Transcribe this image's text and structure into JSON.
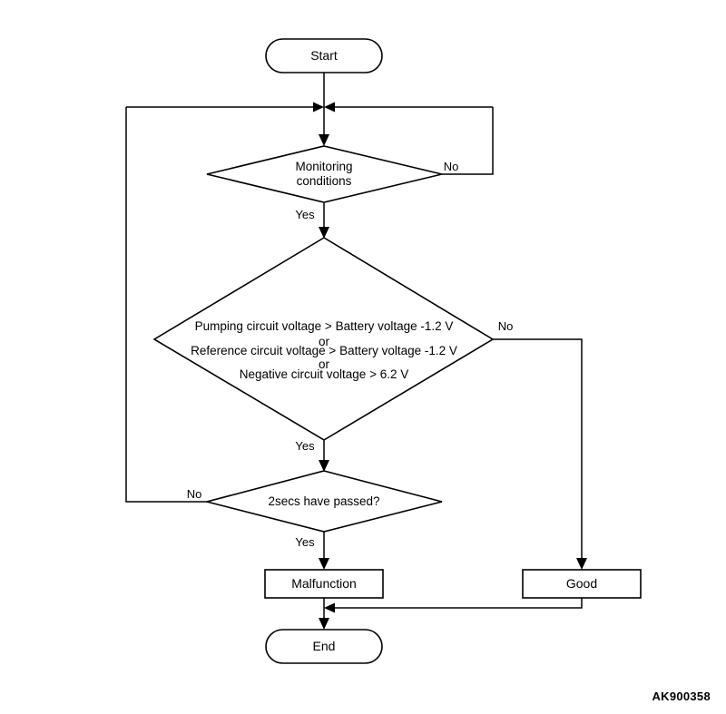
{
  "diagram": {
    "type": "flowchart",
    "reference_code": "AK900358",
    "nodes": {
      "start": {
        "label": "Start",
        "shape": "terminator"
      },
      "monitoring": {
        "label_line1": "Monitoring",
        "label_line2": "conditions",
        "shape": "decision"
      },
      "voltage_check": {
        "shape": "decision",
        "lines": [
          "Pumping circuit voltage > Battery voltage -1.2 V",
          "or",
          "Reference circuit voltage > Battery voltage -1.2 V",
          "or",
          "Negative circuit voltage > 6.2 V"
        ]
      },
      "timer": {
        "label": "2secs have passed?",
        "shape": "decision"
      },
      "malfunction": {
        "label": "Malfunction",
        "shape": "process"
      },
      "good": {
        "label": "Good",
        "shape": "process"
      },
      "end": {
        "label": "End",
        "shape": "terminator"
      }
    },
    "edge_labels": {
      "monitoring_no": "No",
      "monitoring_yes": "Yes",
      "voltage_no": "No",
      "voltage_yes": "Yes",
      "timer_no": "No",
      "timer_yes": "Yes"
    }
  }
}
